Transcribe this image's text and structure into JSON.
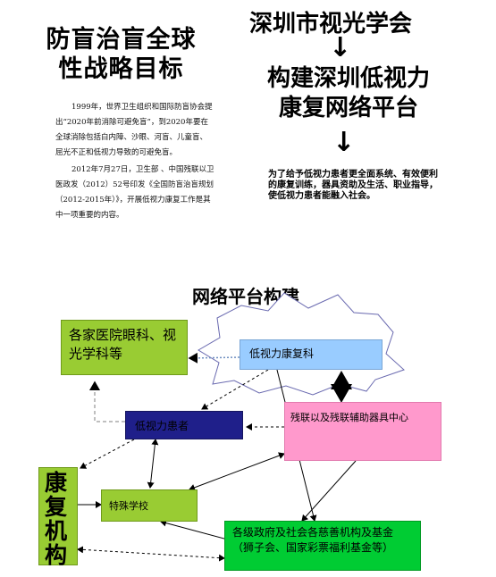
{
  "left_title": "防盲治盲全球性战略目标",
  "left_title_lines": [
    "防盲治盲全球",
    "性战略目标"
  ],
  "paragraph_1": "1999年，世界卫生组织和国际防盲协会提出“2020年前消除可避免盲”，到2020年要在全球消除包括白内障、沙眼、河盲、儿童盲、屈光不正和低视力导致的可避免盲。",
  "paragraph_2": "2012年7月27日，卫生部 、中国残联以卫医政发（2012）52号印发《全国防盲治盲规划（2012-2015年）》，开展低视力康复工作是其中一项重要的内容。",
  "right_title_top": "深圳市视光学会",
  "right_title_mid_lines": [
    "构建深圳低视力",
    "康复网络平台"
  ],
  "purpose_text": "为了给予低视力患者更全面系统、有效便利的康复训练，器具资助及生活、职业指导，使低视力患者能融入社会。",
  "arrow_glyph": "↓",
  "section_title": "网络平台构建",
  "nodes": {
    "hospital": "各家医院眼科、视光学科等",
    "lowvis_dept": "低视力康复科",
    "patient": "低视力患者",
    "disabled_fed": "残联以及残联辅助器具中心",
    "rehab": "康复机构",
    "school": "特殊学校",
    "govt": "各级政府及社会各慈善机构及基金（狮子会、国家彩票福利基金等）"
  },
  "colors": {
    "green": "#99cc33",
    "blue": "#99ccff",
    "navy": "#1f1f8a",
    "pink": "#ff99cc",
    "bright_green": "#00cc33"
  }
}
